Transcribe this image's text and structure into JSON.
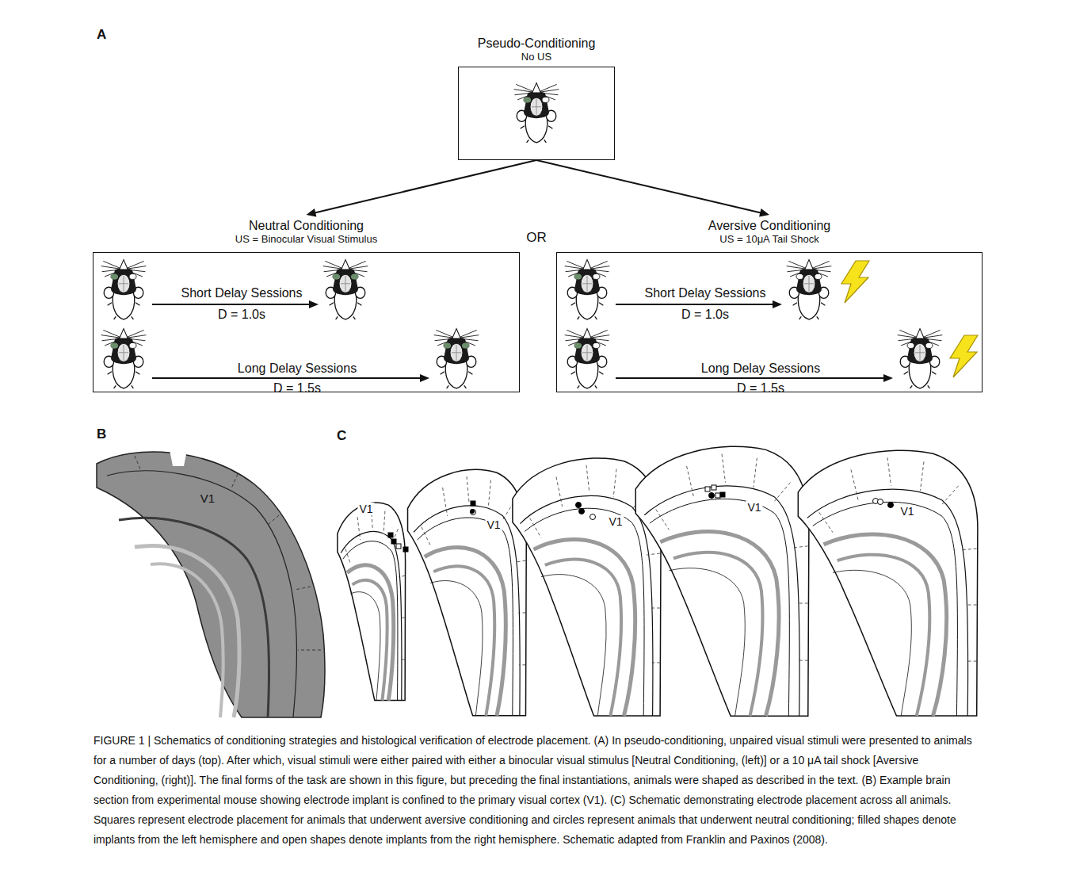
{
  "diagram": {
    "caption": "FIGURE 1 | Schematics of conditioning strategies and histological verification of electrode placement. (A) In pseudo-conditioning, unpaired visual stimuli were presented to animals for a number of days (top). After which, visual stimuli were either paired with either a binocular visual stimulus [Neutral Conditioning, (left)] or a 10 μA tail shock [Aversive Conditioning, (right)]. The final forms of the task are shown in this figure, but preceding the final instantiations, animals were shaped as described in the text. (B) Example brain section from experimental mouse showing electrode implant is confined to the primary visual cortex (V1). (C) Schematic demonstrating electrode placement across all animals. Squares represent electrode placement for animals that underwent aversive conditioning and circles represent animals that underwent neutral conditioning; filled shapes denote implants from the left hemisphere and open shapes denote implants from the right hemisphere. Schematic adapted from Franklin and Paxinos (2008).",
    "nodes": [
      {
        "text": [
          "Pseudo-Conditioning",
          "No US"
        ]
      },
      {
        "text": [
          "Neutral Conditioning",
          "US = Binocular Visual Stimulus"
        ]
      },
      {
        "text": [
          "Aversive Conditioning",
          "US = 10μA Tail Shock"
        ]
      }
    ],
    "edges": [
      {
        "from": 0,
        "to": 1,
        "arrow": "to"
      },
      {
        "from": 0,
        "to": 2,
        "arrow": "to"
      }
    ],
    "labels": [
      "A",
      "Short Delay Sessions",
      "D = 1.0s",
      "Long Delay Sessions",
      "D = 1.5s",
      "OR",
      "Short Delay Sessions",
      "D = 1.0s",
      "Long Delay Sessions",
      "D = 1.5s",
      "B",
      "V1",
      "C",
      "V1",
      "V1",
      "V1",
      "V1",
      "V1"
    ]
  }
}
